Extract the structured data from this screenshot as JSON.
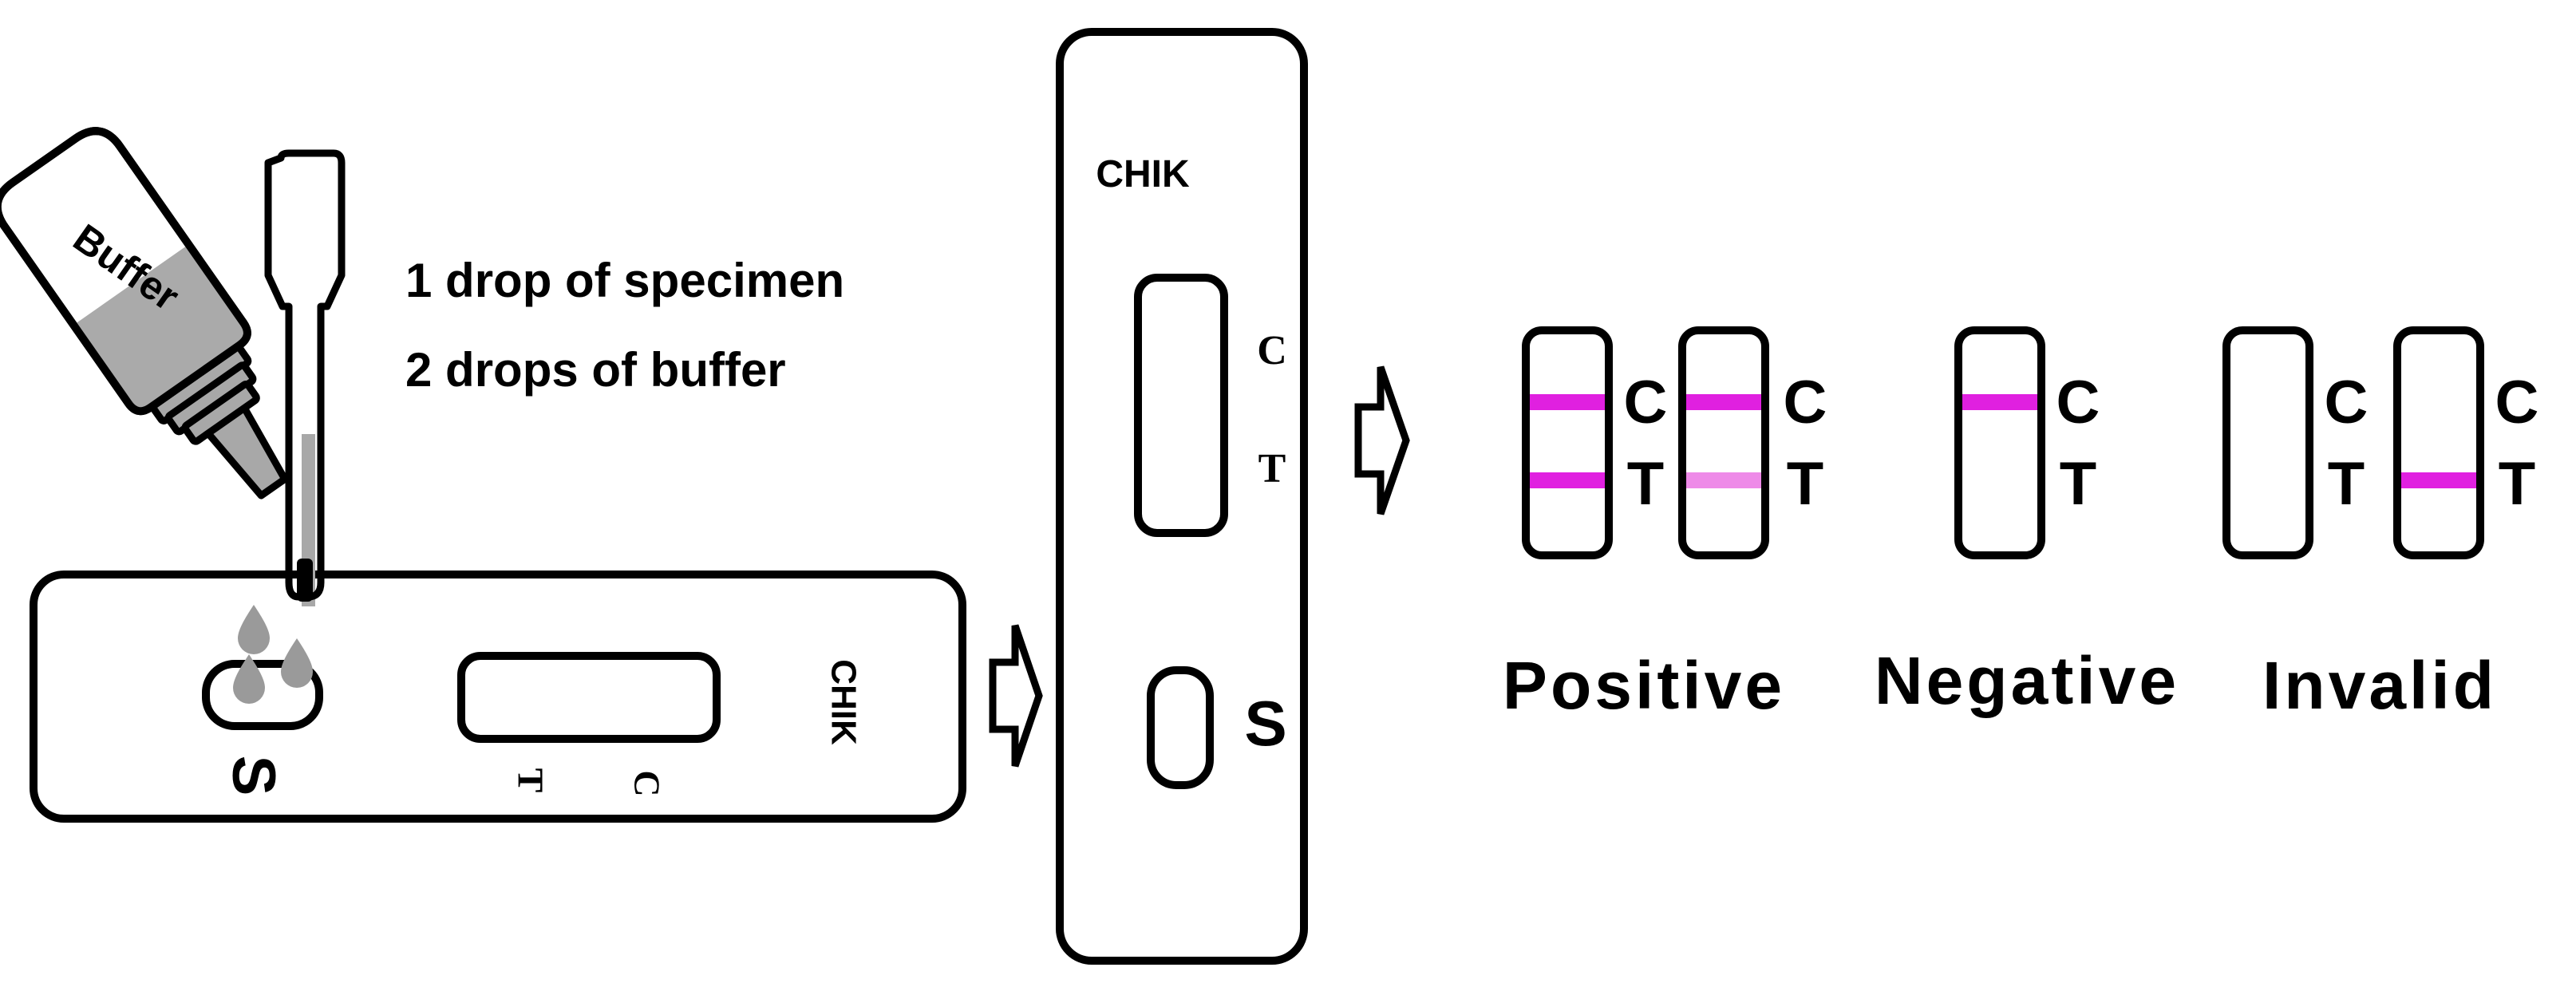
{
  "instructions": {
    "line1": "1 drop of specimen",
    "line2": "2 drops of buffer"
  },
  "bottle": {
    "label": "Buffer"
  },
  "device_horizontal": {
    "brand": "CHIK",
    "well_label": "S",
    "t_label": "T",
    "c_label": "C"
  },
  "device_vertical": {
    "brand": "CHIK",
    "c_label": "C",
    "t_label": "T",
    "well_label": "S"
  },
  "results": {
    "strip_c_label": "C",
    "strip_t_label": "T",
    "positive_label": "Positive",
    "negative_label": "Negative",
    "invalid_label": "Invalid"
  },
  "colors": {
    "line_strong": "#e020e0",
    "line_faint": "#ee8ae8",
    "buffer_fill": "#aaaaaa",
    "drop_fill": "#999999",
    "outline": "#000000"
  }
}
